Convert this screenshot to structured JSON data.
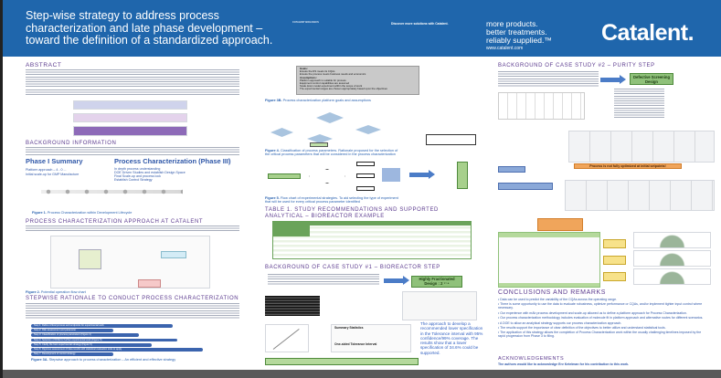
{
  "header": {
    "title": "Step-wise strategy to address process characterization and late phase development – toward the definition of a standardized approach.",
    "authors_heading": "CATALENT BIOLOGICS",
    "discover": "Discover more solutions with Catalent.",
    "tagline": [
      "more products.",
      "better treatments.",
      "reliably supplied.™"
    ],
    "url": "www.catalent.com",
    "logo": "Catalent.",
    "brand_color": "#1f66ac"
  },
  "col1": {
    "abstract_heading": "ABSTRACT",
    "background_heading": "BACKGROUND INFORMATION",
    "phase1_title": "Phase I Summary",
    "phase1_lines": [
      "Platform approach – 4 - 0 ...",
      "Initial scale-up for GMP Manufacture"
    ],
    "phase3_title": "Process Characterization (Phase III)",
    "phase3_lines": [
      "In depth process understanding",
      "DOE Driven Studies and establish Design Space",
      "Final Scale-up and process lock",
      "Establish Control Strategy"
    ],
    "fig1_label": "Figure 1.",
    "fig1_caption": "Process Characterization within Development Lifecycle",
    "approach_heading": "PROCESS CHARACTERIZATION APPROACH AT CATALENT",
    "fig2_label": "Figure 2.",
    "fig2_caption": "Potential operation flow chart",
    "stepwise_heading": "STEPWISE RATIONALE TO CONDUCT PROCESS CHARACTERIZATION",
    "steps": [
      "Step 1: Define critical process and endpoints for experimental work",
      "Step 2: Risk assessment and parameter",
      "Step 3: Classification of process parameters (Figure 4)",
      "Step 4: Selection of DOE for further experimental work (Figure 5)",
      "Step 5: Clarify the best experimental strategy (Figure 5)",
      "Step 6: Rigorous assessment of data results with statistical evaluation tools to apply",
      "Step 7: Development of control strategy"
    ],
    "fig3a_label": "Figure 3A.",
    "fig3a_caption": "Stepwise approach to process characterization – An efficient and effective strategy"
  },
  "col2": {
    "goals_title": "Goals:",
    "goals": [
      "Ensure the DS meets its CQAs",
      "Ensure the process meets business needs and economics"
    ],
    "assumptions_title": "Assumptions:",
    "assumptions": [
      "Platform approach is suitable for process",
      "Equipment control capabilities are assumed",
      "Scale down model experiment within the scope of work",
      "The experimental ranges are chosen appropriately based upon the objectives"
    ],
    "fig3b_label": "Figure 3B.",
    "fig3b_caption": "Process characterization platform goals and assumptions",
    "fig4_label": "Figure 4.",
    "fig4_caption": [
      "Classification of process parameters. Rationale proposed for the selection of",
      "the critical process parameters that will be considered in the process characterization"
    ],
    "fig5_label": "Figure 5.",
    "fig5_caption": [
      "Flow chart of experimental strategies. To aid selecting the type of experiment",
      "that will be used for every critical process parameter identified"
    ],
    "table1_title": [
      "TABLE 1. STUDY RECOMMENDATIONS AND SUPPORTED",
      "ANALYTICAL – BIOREACTOR EXAMPLE"
    ],
    "case1_heading": "BACKGROUND OF CASE STUDY #1 – BIOREACTOR STEP",
    "case1_design": "Highly Fractionated Design : 2 ⁷⁻⁴",
    "summary_title": "Summary Statistics",
    "tolerance_title": "One-sided Tolerance Interval",
    "case1_note": "The approach to develop a recommended lower specification in the Tolerance interval with 95% confidence/99% coverage. The results show that a lower specification of 34.6% could be supported."
  },
  "col3": {
    "case2_heading": "BACKGROUND OF CASE STUDY #2 – PURITY STEP",
    "case2_design": "Defective Screening Design",
    "not_optimized": "Process is not fully optimized at initial setpoints!",
    "conclusions_heading": "CONCLUSIONS AND REMARKS",
    "conclusions": [
      "Data can be used to predict the variability of the CQAs across the operating range.",
      "There is some opportunity to use the data to evaluate robustness, optimize performance or CQAs, and/or implement tighter input control where necessary.",
      "Our experience with mAb process development and scale-up allowed us to define a platform approach for Process Characterization.",
      "Our process characterization methodology includes evaluation of molecule fit in platform approach and alternative routes for different scenarios.",
      "A DOE to allow an analytical strategy supports our process characterization approach.",
      "The results support the importance of clear definition of the objectives to better utilize and understand statistical tools.",
      "The application of this strategy allows the completion of Process Characterization work within the usually challenging timelines imposed by the rapid progression from Phase 3 to filing."
    ],
    "ack_heading": "ACKNOWLEDGEMENTS",
    "ack_text": "The authors would like to acknowledge Erv Ketelman for his contribution to this work."
  }
}
